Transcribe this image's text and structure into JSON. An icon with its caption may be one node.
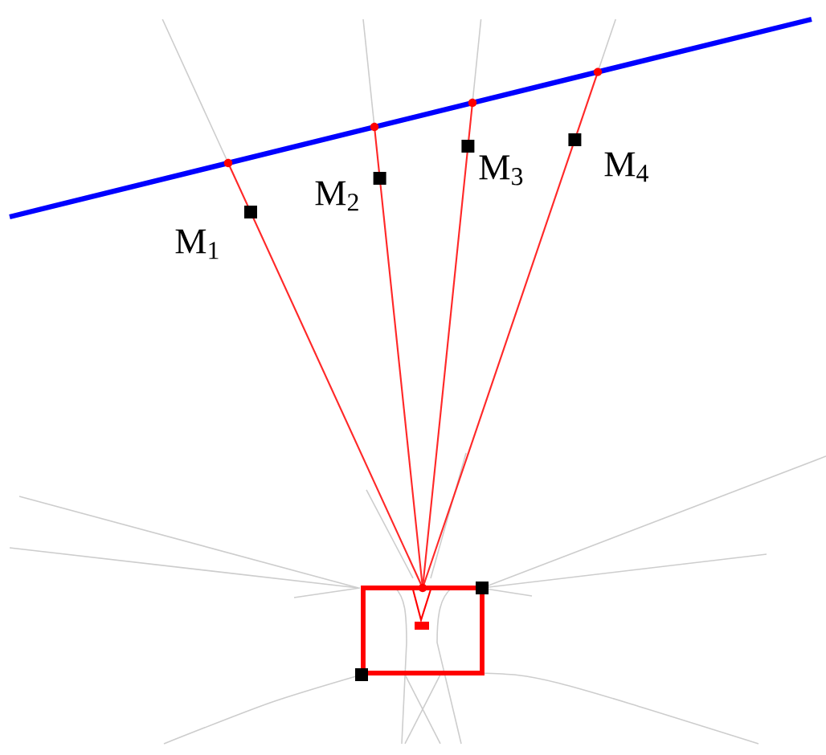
{
  "diagram": {
    "labels": [
      "M$_{1}$",
      "M$_{2}$",
      "M$_{3}$",
      "M$_{4}$"
    ]
  }
}
